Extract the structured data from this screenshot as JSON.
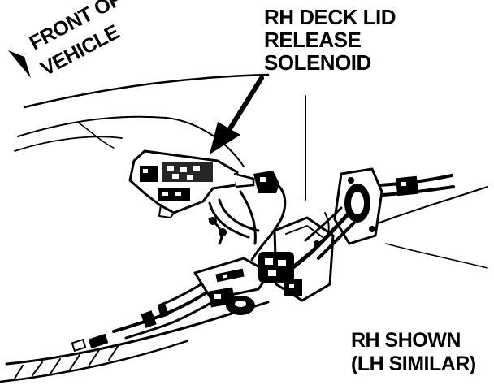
{
  "labels": {
    "front_line1": "FRONT OF",
    "front_line2": "VEHICLE",
    "solenoid_line1": "RH DECK LID",
    "solenoid_line2": "RELEASE",
    "solenoid_line3": "SOLENOID",
    "shown_line1": "RH SHOWN",
    "shown_line2": "(LH SIMILAR)"
  },
  "colors": {
    "ink": "#000000",
    "paper": "#ffffff"
  }
}
